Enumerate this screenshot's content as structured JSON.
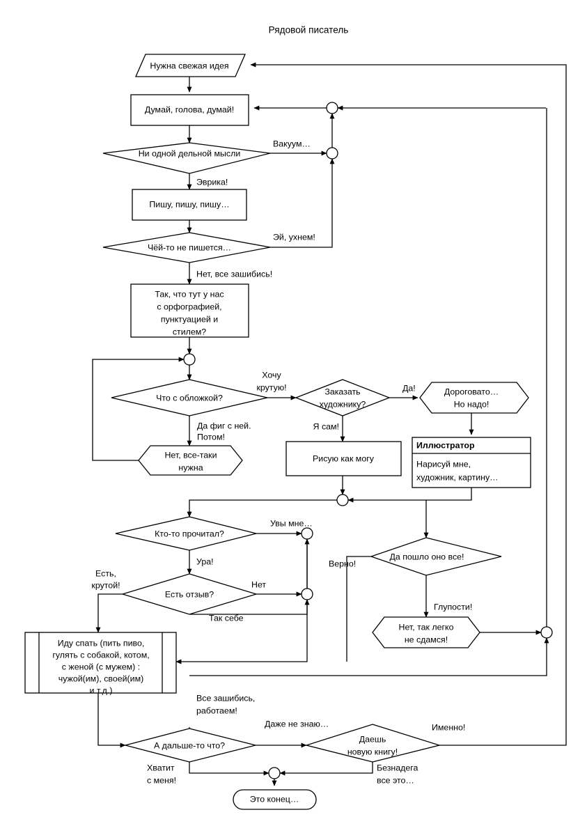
{
  "diagram": {
    "title": "Рядовой писатель",
    "type": "flowchart",
    "language": "ru",
    "background_color": "#ffffff",
    "line_color": "#000000",
    "text_color": "#000000"
  },
  "nodes": [
    {
      "id": "start",
      "shape": "parallelogram",
      "label": "Нужна свежая идея"
    },
    {
      "id": "think",
      "shape": "process",
      "label": "Думай, голова, думай!"
    },
    {
      "id": "no-idea",
      "shape": "decision",
      "label": "Ни одной дельной мысли"
    },
    {
      "id": "writing",
      "shape": "process",
      "label": "Пишу, пишу, пишу…"
    },
    {
      "id": "not-writing",
      "shape": "decision",
      "label": "Чёй-то не пишется…"
    },
    {
      "id": "spelling",
      "shape": "process-multiline",
      "lines": [
        "Так, что тут у нас",
        "с орфографией,",
        "пунктуацией и",
        "стилем?"
      ]
    },
    {
      "id": "cover",
      "shape": "decision",
      "label": "Что с обложкой?"
    },
    {
      "id": "need-cover",
      "shape": "hexagon",
      "lines": [
        "Нет, все-таки",
        "нужна"
      ]
    },
    {
      "id": "order-artist",
      "shape": "decision",
      "lines": [
        "Заказать",
        "художнику?"
      ]
    },
    {
      "id": "expensive",
      "shape": "hexagon",
      "lines": [
        "Дороговато…",
        "Но надо!"
      ]
    },
    {
      "id": "draw-self",
      "shape": "process",
      "label": "Рисую как могу"
    },
    {
      "id": "illustrator",
      "shape": "object",
      "title": "Иллюстратор",
      "lines": [
        "Нарисуй мне,",
        "художник, картину…"
      ]
    },
    {
      "id": "someone-read",
      "shape": "decision",
      "label": "Кто-то прочитал?"
    },
    {
      "id": "has-review",
      "shape": "decision",
      "label": "Есть отзыв?"
    },
    {
      "id": "forget-it",
      "shape": "decision",
      "label": "Да пошло оно все!"
    },
    {
      "id": "wont-quit",
      "shape": "hexagon",
      "lines": [
        "Нет, так легко",
        "не сдамся!"
      ]
    },
    {
      "id": "go-sleep",
      "shape": "predefined-process",
      "lines": [
        "Иду спать (пить пиво,",
        "гулять с собакой, котом,",
        "с женой (с мужем) :",
        "чужой(им), своей(им)",
        "и т.д.)"
      ]
    },
    {
      "id": "whats-next",
      "shape": "decision",
      "label": "А дальше-то что?"
    },
    {
      "id": "new-book",
      "shape": "decision",
      "lines": [
        "Даешь",
        "новую книгу!"
      ]
    },
    {
      "id": "the-end",
      "shape": "terminator",
      "label": "Это конец…"
    }
  ],
  "edge_labels": [
    {
      "id": "vacuum",
      "text": "Вакуум…",
      "from": "no-idea",
      "to": "think"
    },
    {
      "id": "eureka",
      "text": "Эврика!",
      "from": "no-idea",
      "to": "writing"
    },
    {
      "id": "heave-ho",
      "text": "Эй, ухнем!",
      "from": "not-writing",
      "to": "think"
    },
    {
      "id": "all-good",
      "text": "Нет, все зашибись!",
      "from": "not-writing",
      "to": "spelling"
    },
    {
      "id": "want-cool-1",
      "text": "Хочу",
      "from": "cover",
      "to": "order-artist"
    },
    {
      "id": "want-cool-2",
      "text": "крутую!",
      "from": "cover",
      "to": "order-artist"
    },
    {
      "id": "whatever-1",
      "text": "Да фиг с ней.",
      "from": "cover",
      "to": "need-cover"
    },
    {
      "id": "whatever-2",
      "text": "Потом!",
      "from": "cover",
      "to": "need-cover"
    },
    {
      "id": "yes",
      "text": "Да!",
      "from": "order-artist",
      "to": "expensive"
    },
    {
      "id": "myself",
      "text": "Я сам!",
      "from": "order-artist",
      "to": "draw-self"
    },
    {
      "id": "alas",
      "text": "Увы мне…",
      "from": "someone-read",
      "to": "junction-alas"
    },
    {
      "id": "hurray",
      "text": "Ура!",
      "from": "someone-read",
      "to": "has-review"
    },
    {
      "id": "there-is-1",
      "text": "Есть,",
      "from": "has-review",
      "to": "go-sleep"
    },
    {
      "id": "there-is-2",
      "text": "крутой!",
      "from": "has-review",
      "to": "go-sleep"
    },
    {
      "id": "no",
      "text": "Нет",
      "from": "has-review",
      "to": "junction-no"
    },
    {
      "id": "so-so",
      "text": "Так себе",
      "from": "has-review",
      "to": "junction-no"
    },
    {
      "id": "correct",
      "text": "Верно!",
      "from": "forget-it",
      "to": "go-sleep"
    },
    {
      "id": "nonsense",
      "text": "Глупости!",
      "from": "forget-it",
      "to": "wont-quit"
    },
    {
      "id": "working-1",
      "text": "Все зашибись,",
      "from": "go-sleep",
      "to": "whats-next"
    },
    {
      "id": "working-2",
      "text": "работаем!",
      "from": "go-sleep",
      "to": "whats-next"
    },
    {
      "id": "dunno",
      "text": "Даже не знаю…",
      "from": "whats-next",
      "to": "new-book"
    },
    {
      "id": "enough-1",
      "text": "Хватит",
      "from": "whats-next",
      "to": "the-end"
    },
    {
      "id": "enough-2",
      "text": "с меня!",
      "from": "whats-next",
      "to": "the-end"
    },
    {
      "id": "exactly",
      "text": "Именно!",
      "from": "new-book",
      "to": "start"
    },
    {
      "id": "hopeless-1",
      "text": "Безнадега",
      "from": "new-book",
      "to": "the-end"
    },
    {
      "id": "hopeless-2",
      "text": "все это…",
      "from": "new-book",
      "to": "the-end"
    }
  ]
}
